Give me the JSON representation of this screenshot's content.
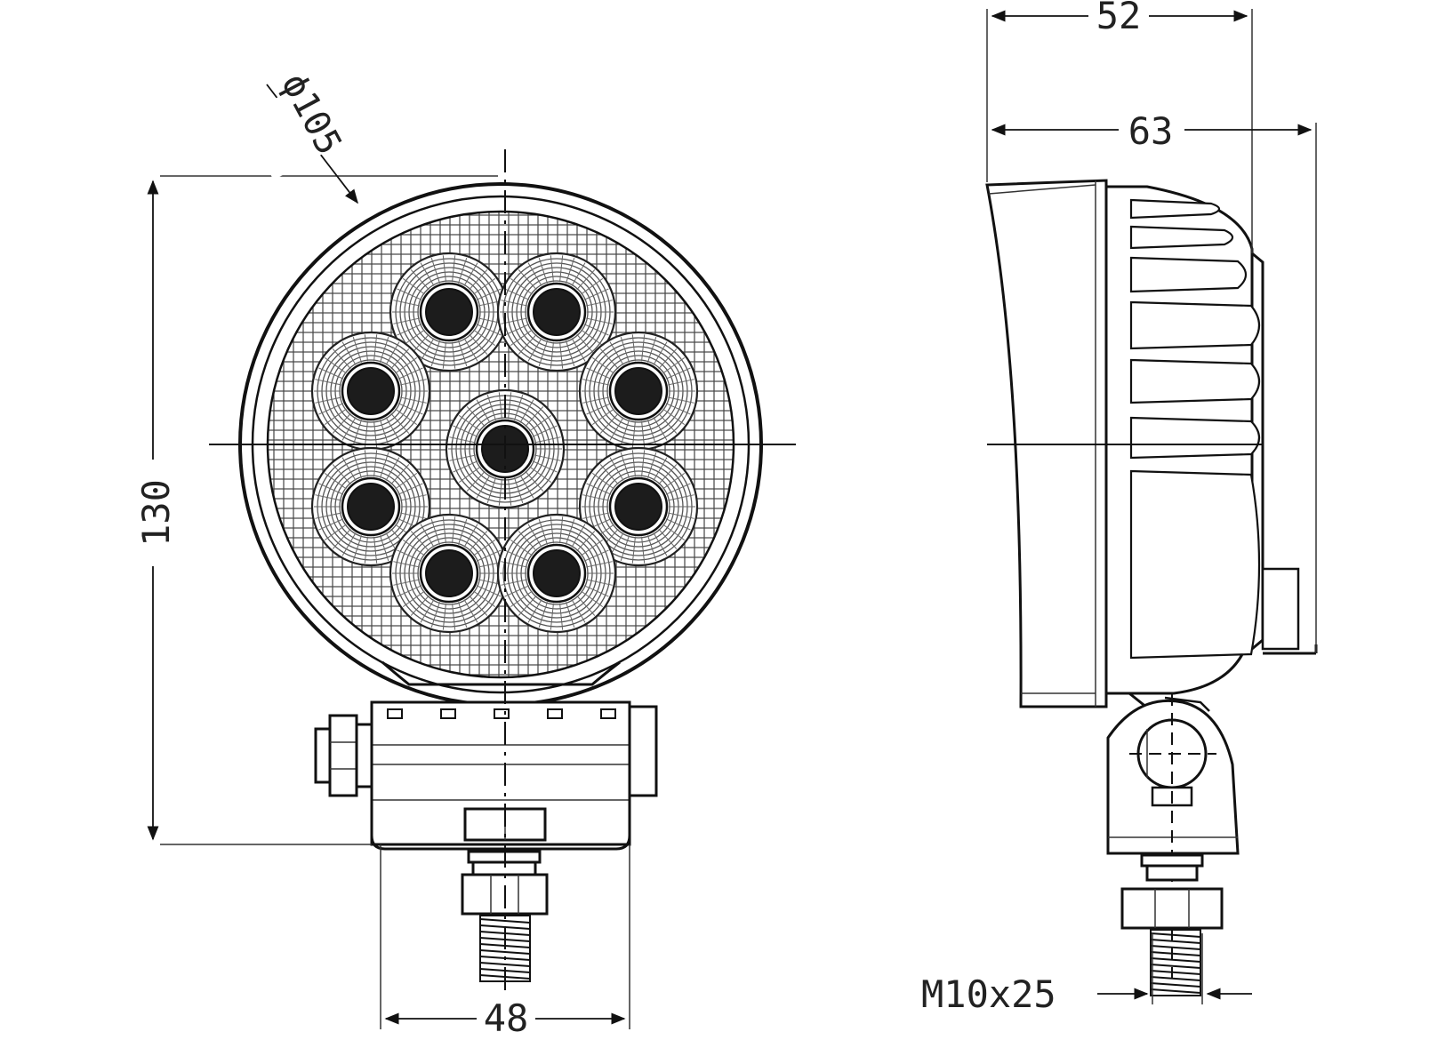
{
  "dimensions": {
    "diameter": "ϕ105",
    "height": "130",
    "width_front": "48",
    "depth_52": "52",
    "depth_63": "63",
    "thread": "M10x25"
  },
  "colors": {
    "line": "#111111",
    "led": "#1c1c1c",
    "background": "#ffffff"
  }
}
